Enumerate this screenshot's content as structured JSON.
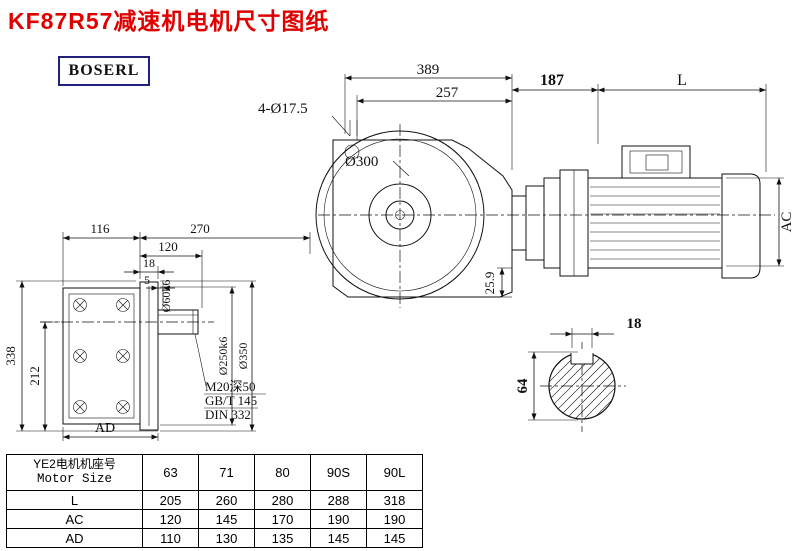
{
  "title": "KF87R57减速机电机尺寸图纸",
  "logo": "BOSERL",
  "dims": {
    "width_389": "389",
    "width_257": "257",
    "holes": "4-Ø17.5",
    "flange_dia": "Ø300",
    "offset_25_9": "25.9",
    "motor_187": "187",
    "motor_L": "L",
    "motor_AC": "AC",
    "side_116": "116",
    "side_270": "270",
    "side_120": "120",
    "side_18": "18",
    "side_5": "5",
    "shaft_dia": "Ø60k6",
    "flange_250": "Ø250k6",
    "flange_350": "Ø350",
    "height_338": "338",
    "height_212": "212",
    "ad": "AD",
    "thread": "M20深50",
    "gb": "GB/T 145",
    "din": "DIN 332",
    "key_18": "18",
    "shaft_64": "64"
  },
  "table": {
    "header_cn": "YE2电机机座号",
    "header_en": "Motor Size",
    "sizes": [
      "63",
      "71",
      "80",
      "90S",
      "90L"
    ],
    "rows": [
      {
        "label": "L",
        "values": [
          "205",
          "260",
          "280",
          "288",
          "318"
        ]
      },
      {
        "label": "AC",
        "values": [
          "120",
          "145",
          "170",
          "190",
          "190"
        ]
      },
      {
        "label": "AD",
        "values": [
          "110",
          "130",
          "135",
          "145",
          "145"
        ]
      }
    ]
  }
}
